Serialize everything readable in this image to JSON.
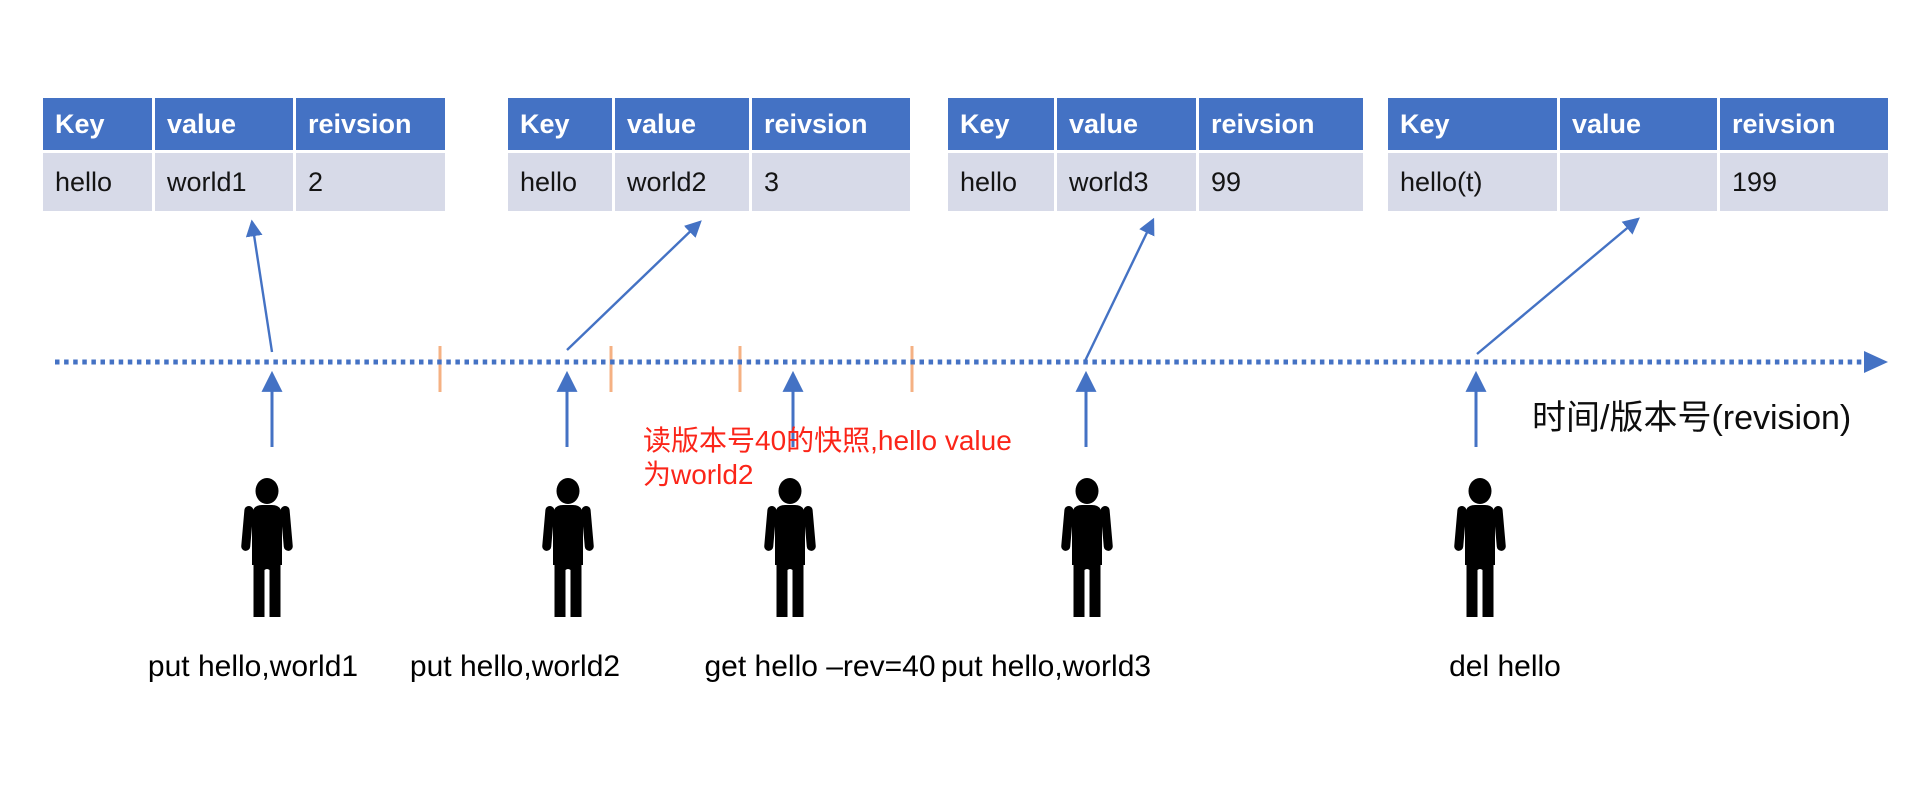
{
  "tables": [
    {
      "headers": [
        "Key",
        "value",
        "reivsion"
      ],
      "row": [
        "hello",
        "world1",
        "2"
      ]
    },
    {
      "headers": [
        "Key",
        "value",
        "reivsion"
      ],
      "row": [
        "hello",
        "world2",
        "3"
      ]
    },
    {
      "headers": [
        "Key",
        "value",
        "reivsion"
      ],
      "row": [
        "hello",
        "world3",
        "99"
      ]
    },
    {
      "headers": [
        "Key",
        "value",
        "reivsion"
      ],
      "row": [
        "hello(t)",
        "",
        "199"
      ]
    }
  ],
  "timeline": {
    "axis_label": "时间/版本号(revision)",
    "tick_count": 4
  },
  "annotation": {
    "line1": "读版本号40的快照,hello value",
    "line2": "为world2"
  },
  "commands": [
    "put hello,world1",
    "put hello,world2",
    "get hello –rev=40",
    "put hello,world3",
    "del hello"
  ],
  "colors": {
    "accent_blue": "#4472C4",
    "table_header_bg": "#4472C4",
    "table_row_bg": "#D7DAE8",
    "tick_orange": "#F5B183",
    "annotation_red": "#FB2519",
    "person_black": "#000000"
  }
}
